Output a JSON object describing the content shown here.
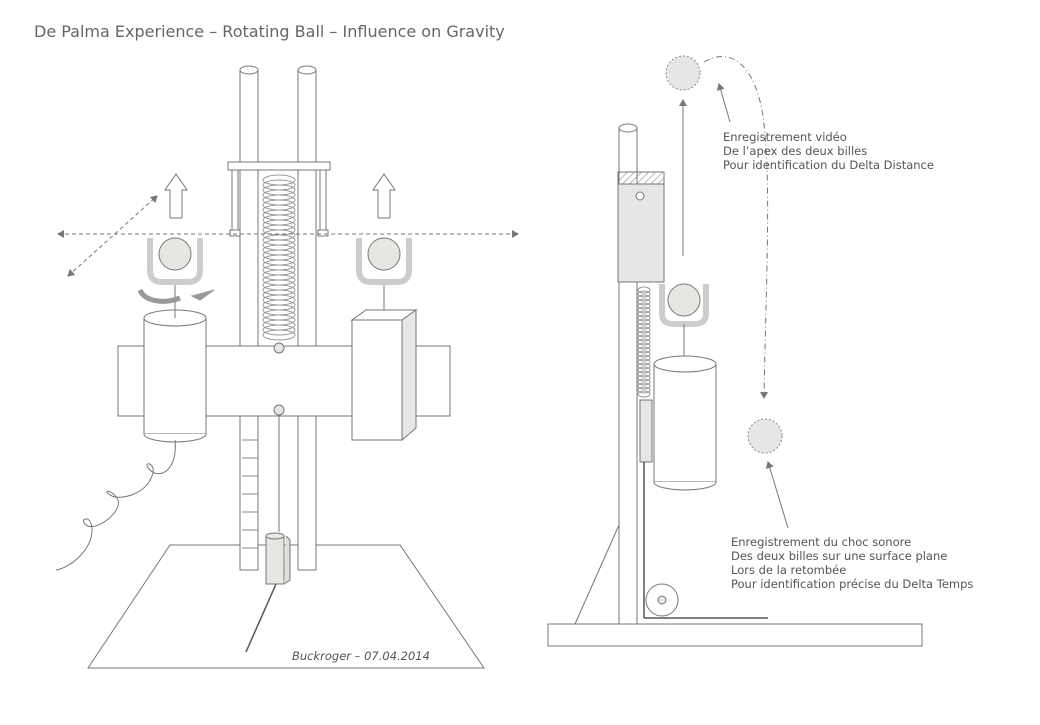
{
  "diagram": {
    "title": "De Palma Experience – Rotating Ball – Influence on Gravity",
    "signature": "Buckroger – 07.04.2014",
    "annotation_top": [
      "Enregistrement vidéo",
      "De l’apex des deux billes",
      "Pour identification du Delta Distance"
    ],
    "annotation_bottom": [
      "Enregistrement du choc sonore",
      "Des deux billes sur une surface plane",
      "Lors de la retombée",
      "Pour identification précise du Delta Temps"
    ]
  },
  "colors": {
    "stroke": "#777777",
    "dark_stroke": "#555555",
    "ball_fill": "#e8e6e3",
    "block_fill": "#ffffff",
    "gray_fill": "#e6e6e6",
    "hatch": "#888888"
  }
}
